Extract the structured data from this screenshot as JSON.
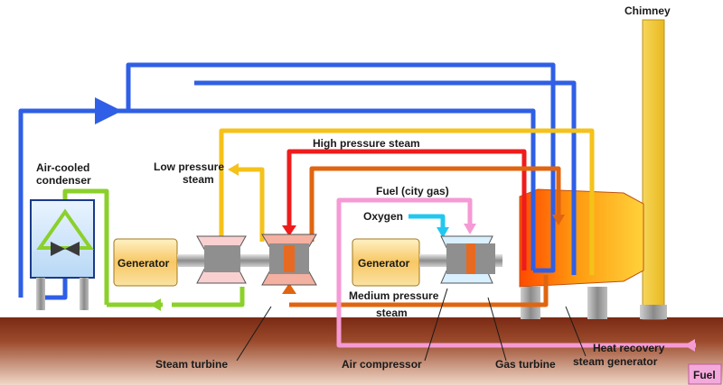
{
  "labels": {
    "chimney": "Chimney",
    "air_cooled_condenser_1": "Air-cooled",
    "air_cooled_condenser_2": "condenser",
    "low_pressure_steam_1": "Low pressure",
    "low_pressure_steam_2": "steam",
    "high_pressure_steam": "High pressure steam",
    "fuel_city_gas": "Fuel (city gas)",
    "oxygen": "Oxygen",
    "medium_pressure_steam_1": "Medium pressure",
    "medium_pressure_steam_2": "steam",
    "generator_left": "Generator",
    "generator_right": "Generator",
    "steam_turbine": "Steam turbine",
    "air_compressor": "Air compressor",
    "gas_turbine": "Gas turbine",
    "hrsg_1": "Heat recovery",
    "hrsg_2": "steam generator",
    "fuel_box": "Fuel"
  },
  "colors": {
    "blue_line": "#2f5fe6",
    "yellow_line": "#f5c21a",
    "red_line": "#ee1c1c",
    "orange_line": "#e06510",
    "green_line": "#8bd02b",
    "pink_line": "#f59ad4",
    "cyan_line": "#22c7f0",
    "ground": "#6b1f10",
    "chimney": "#f2c833",
    "generator": "#f6c25a"
  }
}
